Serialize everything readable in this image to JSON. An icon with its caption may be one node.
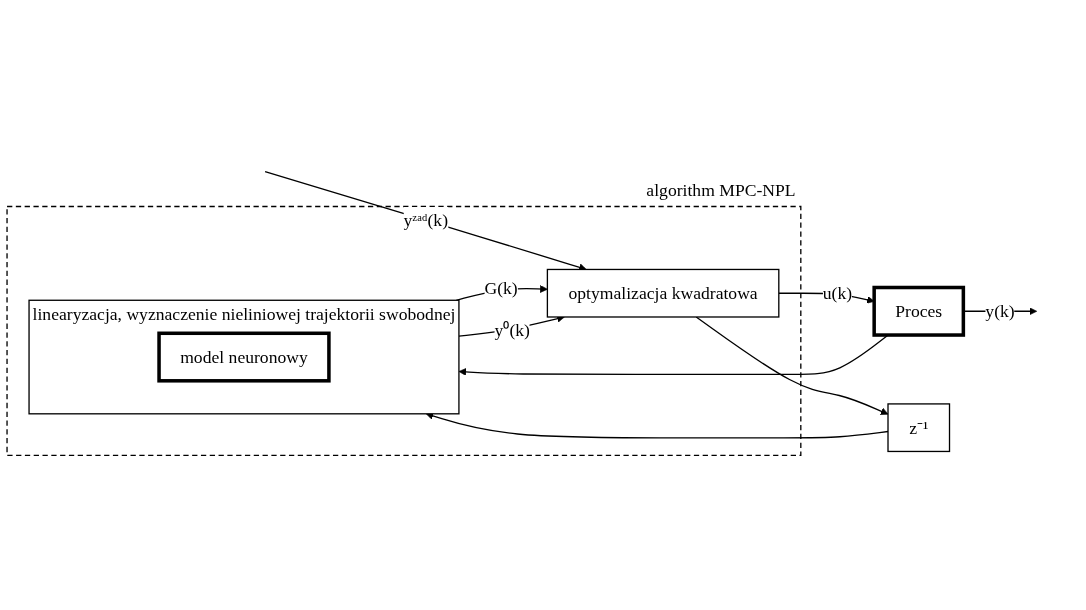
{
  "diagram": {
    "nodes": [
      {
        "text": [
          "algorithm MPC-NPL"
        ]
      },
      {
        "text": [
          "optymalizacja kwadratowa"
        ],
        "in": 0
      },
      {
        "text": [
          "linearyzacja, wyznaczenie nieliniowej trajektorii swobodnej"
        ],
        "in": 0
      },
      {
        "text": [
          "model neuronowy"
        ],
        "in": 2
      },
      {
        "text": [
          "Proces"
        ]
      },
      {
        "text": [
          "z⁻¹"
        ]
      }
    ],
    "edges": [
      {
        "from": null,
        "to": 1,
        "arrow": "to",
        "label": "yᶻᵃᵈ(k)"
      },
      {
        "from": 1,
        "to": 4,
        "arrow": "to",
        "label": "u(k)"
      },
      {
        "from": 1,
        "to": 5,
        "arrow": "to"
      },
      {
        "from": 5,
        "to": 2,
        "arrow": "to"
      },
      {
        "from": 2,
        "to": 1,
        "arrow": "to",
        "label": "G(k)"
      },
      {
        "from": 2,
        "to": 1,
        "arrow": "to",
        "label": "y⁰(k)"
      },
      {
        "from": 4,
        "to": null,
        "arrow": "to",
        "label": "y(k)"
      },
      {
        "from": 4,
        "to": 2,
        "arrow": "to"
      }
    ]
  }
}
